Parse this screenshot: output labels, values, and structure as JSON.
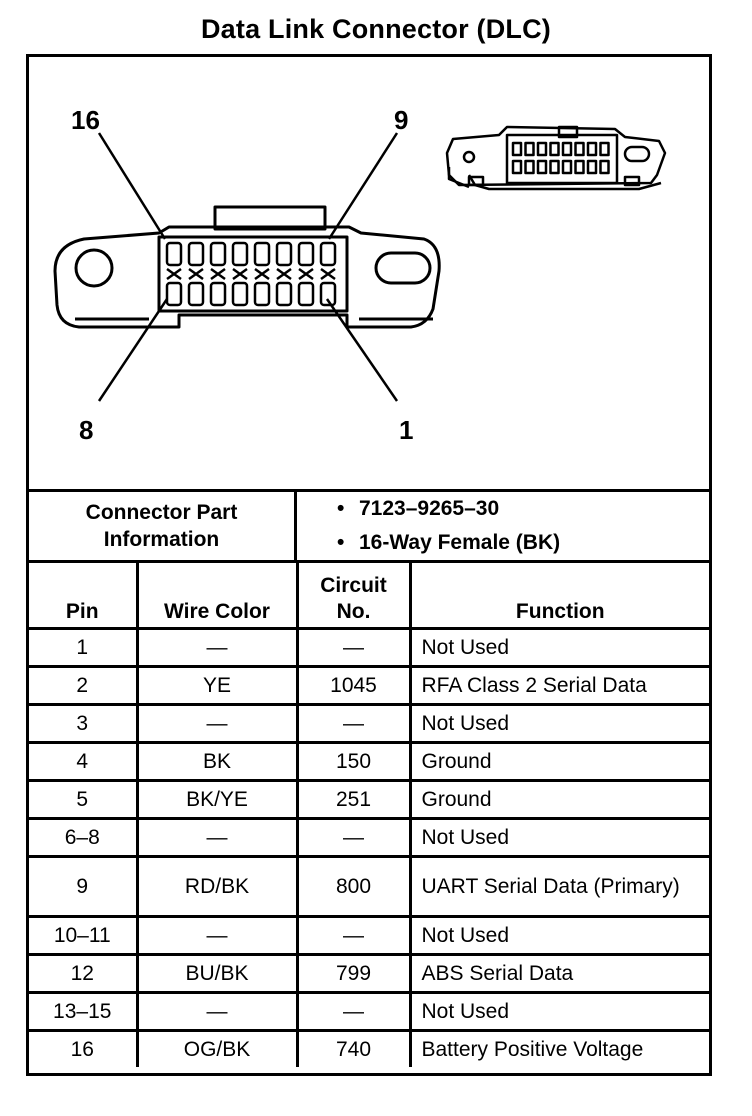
{
  "title": "Data Link Connector (DLC)",
  "diagram": {
    "pin_labels": {
      "top_left": "16",
      "top_right": "9",
      "bottom_left": "8",
      "bottom_right": "1"
    }
  },
  "connector_info": {
    "label": "Connector Part Information",
    "values": [
      "7123–9265–30",
      "16-Way Female (BK)"
    ]
  },
  "table": {
    "headers": {
      "pin": "Pin",
      "wire_color": "Wire Color",
      "circuit_line1": "Circuit",
      "circuit_line2": "No.",
      "function": "Function"
    },
    "rows": [
      {
        "pin": "1",
        "wire_color": "—",
        "circuit": "—",
        "function": "Not Used"
      },
      {
        "pin": "2",
        "wire_color": "YE",
        "circuit": "1045",
        "function": "RFA Class 2 Serial Data"
      },
      {
        "pin": "3",
        "wire_color": "—",
        "circuit": "—",
        "function": "Not Used"
      },
      {
        "pin": "4",
        "wire_color": "BK",
        "circuit": "150",
        "function": "Ground"
      },
      {
        "pin": "5",
        "wire_color": "BK/YE",
        "circuit": "251",
        "function": "Ground"
      },
      {
        "pin": "6–8",
        "wire_color": "—",
        "circuit": "—",
        "function": "Not Used"
      },
      {
        "pin": "9",
        "wire_color": "RD/BK",
        "circuit": "800",
        "function": "UART Serial Data (Primary)"
      },
      {
        "pin": "10–11",
        "wire_color": "—",
        "circuit": "—",
        "function": "Not Used"
      },
      {
        "pin": "12",
        "wire_color": "BU/BK",
        "circuit": "799",
        "function": "ABS Serial Data"
      },
      {
        "pin": "13–15",
        "wire_color": "—",
        "circuit": "—",
        "function": "Not Used"
      },
      {
        "pin": "16",
        "wire_color": "OG/BK",
        "circuit": "740",
        "function": "Battery Positive Voltage"
      }
    ]
  }
}
